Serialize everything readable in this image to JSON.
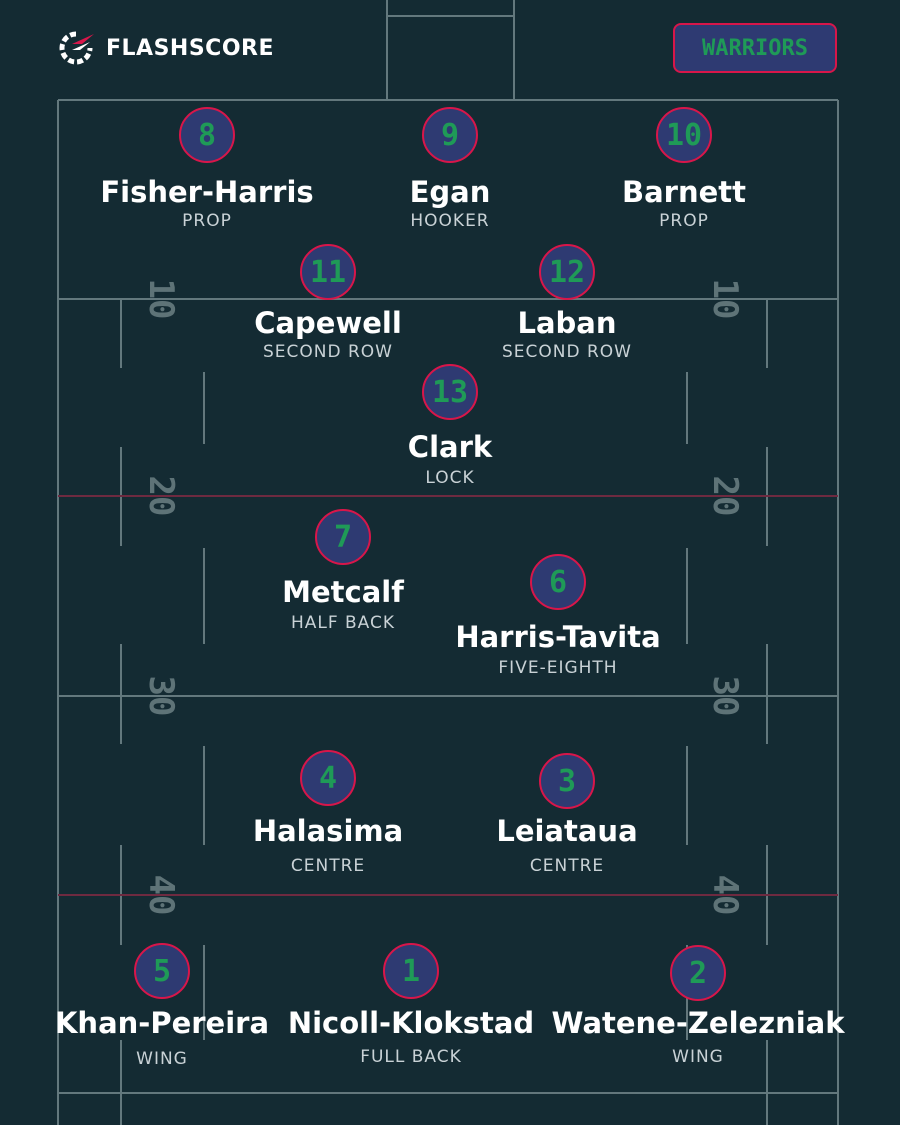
{
  "brand": {
    "name": "FLASHSCORE",
    "logo_icon": "flashscore-logo-icon"
  },
  "team": {
    "name": "WARRIORS"
  },
  "colors": {
    "background": "#142b33",
    "line": "#7e9296",
    "accent": "#d8164a",
    "badge_fill": "#2e3a72",
    "number": "#1f9a57"
  },
  "field": {
    "yard_labels": [
      "10",
      "20",
      "30",
      "40"
    ]
  },
  "players": [
    {
      "number": "8",
      "name": "Fisher-Harris",
      "position": "PROP"
    },
    {
      "number": "9",
      "name": "Egan",
      "position": "HOOKER"
    },
    {
      "number": "10",
      "name": "Barnett",
      "position": "PROP"
    },
    {
      "number": "11",
      "name": "Capewell",
      "position": "SECOND ROW"
    },
    {
      "number": "12",
      "name": "Laban",
      "position": "SECOND ROW"
    },
    {
      "number": "13",
      "name": "Clark",
      "position": "LOCK"
    },
    {
      "number": "7",
      "name": "Metcalf",
      "position": "HALF BACK"
    },
    {
      "number": "6",
      "name": "Harris-Tavita",
      "position": "FIVE-EIGHTH"
    },
    {
      "number": "4",
      "name": "Halasima",
      "position": "CENTRE"
    },
    {
      "number": "3",
      "name": "Leiataua",
      "position": "CENTRE"
    },
    {
      "number": "5",
      "name": "Khan-Pereira",
      "position": "WING"
    },
    {
      "number": "1",
      "name": "Nicoll-Klokstad",
      "position": "FULL BACK"
    },
    {
      "number": "2",
      "name": "Watene-Zelezniak",
      "position": "WING"
    }
  ]
}
